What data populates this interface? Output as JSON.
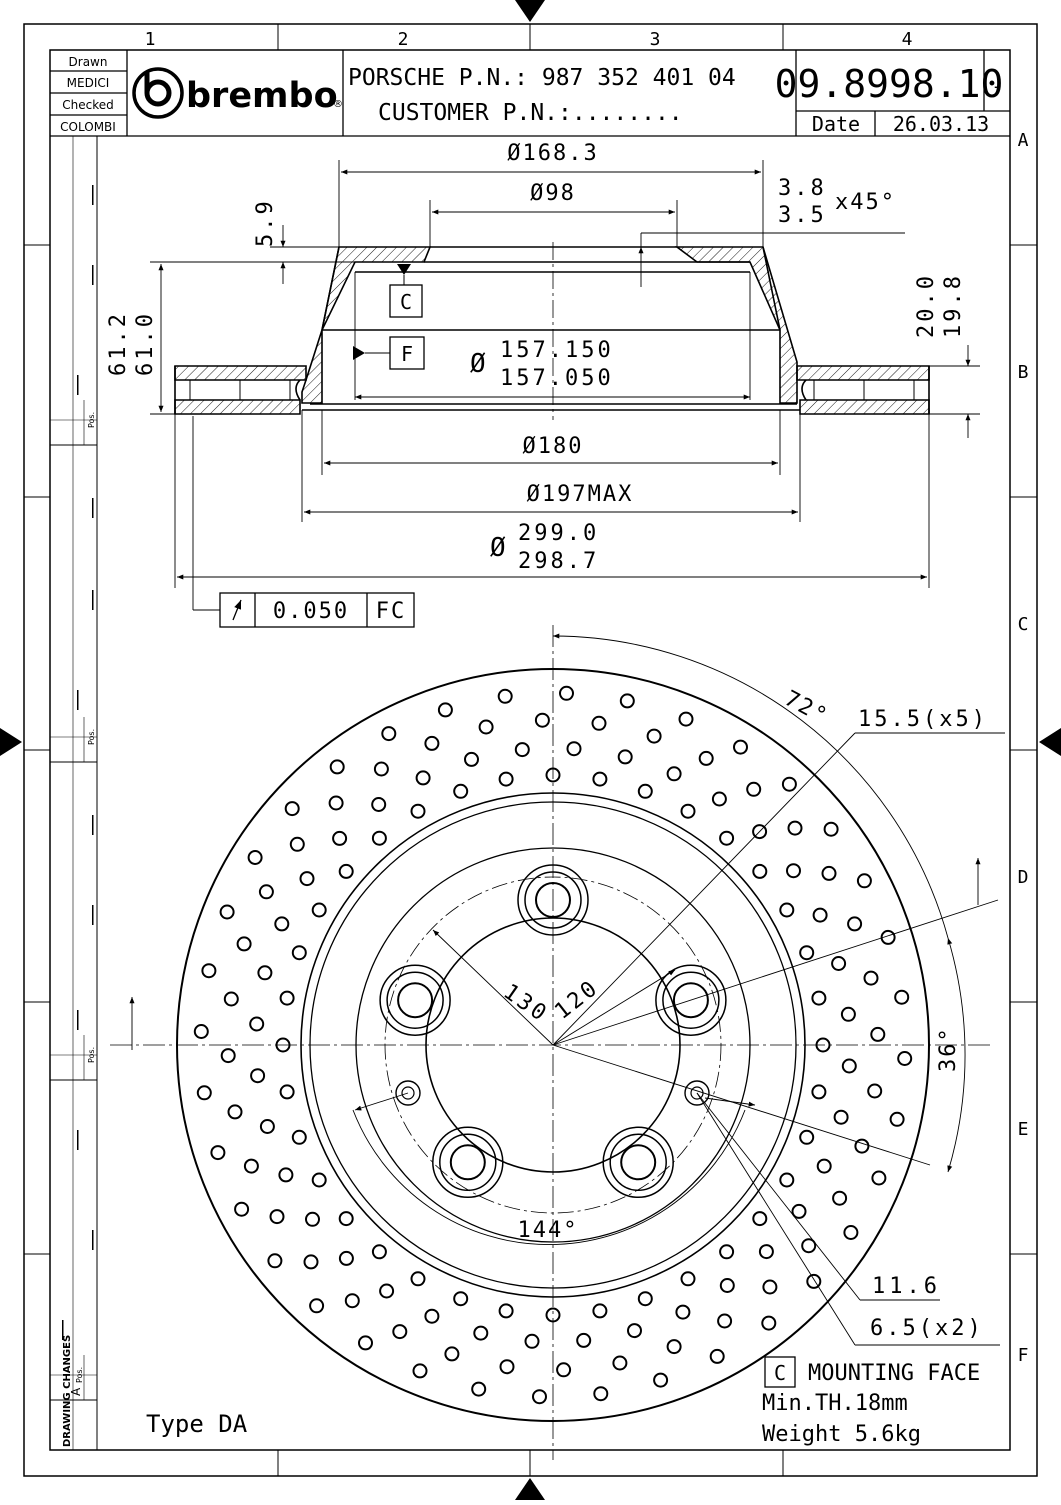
{
  "grid": {
    "columns": [
      "1",
      "2",
      "3",
      "4"
    ],
    "rows": [
      "A",
      "B",
      "C",
      "D",
      "E",
      "F"
    ]
  },
  "title_block": {
    "drawn_label": "Drawn",
    "drawn_by": "MEDICI",
    "checked_label": "Checked",
    "checked_by": "COLOMBI",
    "brand": "brembo",
    "brand_mark": "®",
    "porsche_pn": "PORSCHE P.N.: 987 352 401 04",
    "customer_pn": "CUSTOMER P.N.:........",
    "drawing_number": "09.8998.10",
    "revision": "-",
    "date_label": "Date",
    "date_value": "26.03.13"
  },
  "side_strip": {
    "pos_label": "Pos.",
    "drawing_changes": "DRAWING CHANGES",
    "rev_a": "A"
  },
  "dimensions": {
    "d_168": "Ø168.3",
    "d_98": "Ø98",
    "chamfer_1": "3.8",
    "chamfer_2": "3.5",
    "chamfer_angle": "x45°",
    "dim_5_9": "5.9",
    "dim_61_2": "61.2",
    "dim_61_0": "61.0",
    "dim_20_0": "20.0",
    "dim_19_8": "19.8",
    "datum_c": "C",
    "datum_f": "F",
    "d_157": "Ø",
    "d_157_hi": "157.150",
    "d_157_lo": "157.050",
    "d_180": "Ø180",
    "d_197": "Ø197MAX",
    "d_299": "Ø",
    "d_299_hi": "299.0",
    "d_299_lo": "298.7",
    "tolerance_value": "0.050",
    "tolerance_ref": "FC",
    "angle_72": "72°",
    "bolt_holes": "15.5(x5)",
    "pcd_130": "130",
    "pcd_120": "120",
    "angle_36": "36°",
    "angle_144": "144°",
    "dim_11_6": "11.6",
    "pin_holes": "6.5(x2)"
  },
  "notes": {
    "mounting_ref": "C",
    "mounting_face": "MOUNTING FACE",
    "min_th": "Min.TH.18mm",
    "weight": "Weight 5.6kg",
    "type": "Type DA"
  }
}
